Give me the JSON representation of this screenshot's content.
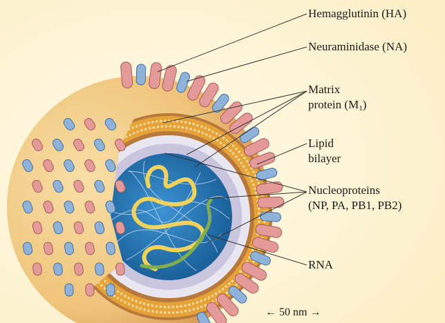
{
  "labels": {
    "hemagglutinin": "Hemagglutinin (HA)",
    "neuraminidase": "Neuraminidase (NA)",
    "matrix_line1": "Matrix",
    "matrix_line2_pre": "protein (M",
    "matrix_sub": "1",
    "matrix_line2_post": ")",
    "lipid_line1": "Lipid",
    "lipid_line2": "bilayer",
    "nucleo_line1": "Nucleoproteins",
    "nucleo_line2": "(NP, PA, PB1, PB2)",
    "rna": "RNA"
  },
  "scale_bar": {
    "label": "50 nm",
    "left_arrow": "←",
    "right_arrow": "→"
  },
  "colors": {
    "background": "#fdf7df",
    "envelope": "#f1cd8a",
    "lipid_bilayer": "#e6a33a",
    "cut_face": "#b87a3c",
    "hemagglutinin": "#e59a9a",
    "neuraminidase": "#8fb2da",
    "nucleoprotein_core": "#2f7fbd",
    "rna_strand": "#f2d25a",
    "green_strand": "#7fae4a"
  },
  "icons": [
    "virion-illustration",
    "hemagglutinin-spike",
    "neuraminidase-spike"
  ]
}
